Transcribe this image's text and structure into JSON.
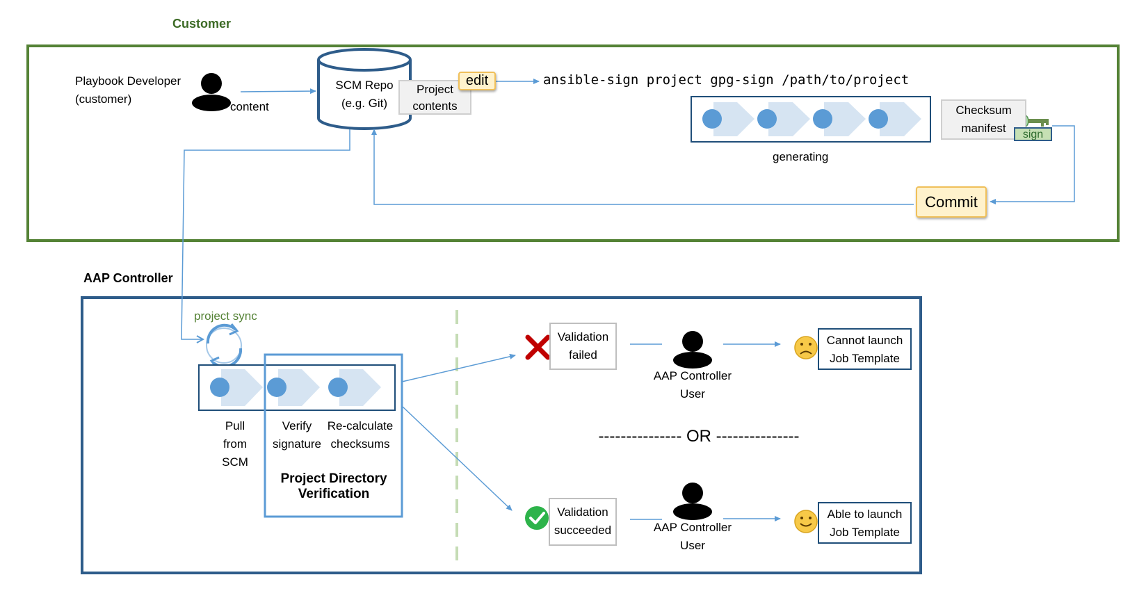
{
  "customer": {
    "title": "Customer",
    "developer_line1": "Playbook Developer",
    "developer_line2": "(customer)",
    "content_label": "content",
    "scm_line1": "SCM Repo",
    "scm_line2": "(e.g. Git)",
    "project_line1": "Project",
    "project_line2": "contents",
    "edit_label": "edit",
    "command": "ansible-sign project gpg-sign /path/to/project",
    "generating_label": "generating",
    "checksum_line1": "Checksum",
    "checksum_line2": "manifest",
    "sign_label": "sign",
    "commit_label": "Commit"
  },
  "controller": {
    "title": "AAP Controller",
    "sync_label": "project sync",
    "steps": [
      {
        "line1": "Pull",
        "line2": "from",
        "line3": "SCM"
      },
      {
        "line1": "Verify",
        "line2": "signature"
      },
      {
        "line1": "Re-calculate",
        "line2": "checksums"
      }
    ],
    "verification_line1": "Project Directory",
    "verification_line2": "Verification",
    "failed": {
      "line1": "Validation",
      "line2": "failed",
      "user_line1": "AAP Controller",
      "user_line2": "User",
      "result_line1": "Cannot launch",
      "result_line2": "Job Template"
    },
    "or_label": "--------------- OR ---------------",
    "succeeded": {
      "line1": "Validation",
      "line2": "succeeded",
      "user_line1": "AAP Controller",
      "user_line2": "User",
      "result_line1": "Able to launch",
      "result_line2": "Job Template"
    }
  },
  "colors": {
    "customer_border": "#548235",
    "controller_border": "#2e5c8a",
    "arrow": "#5b9bd5",
    "dot": "#5b9bd5",
    "chevron": "#d6e4f2",
    "dashed": "#c5dcb5"
  },
  "icons": {
    "person": "person-icon",
    "database": "database-icon",
    "key": "key-icon",
    "sync": "sync-icon",
    "fail": "red-x-icon",
    "success": "green-check-icon",
    "sad": "sad-face-icon",
    "happy": "happy-face-icon"
  }
}
